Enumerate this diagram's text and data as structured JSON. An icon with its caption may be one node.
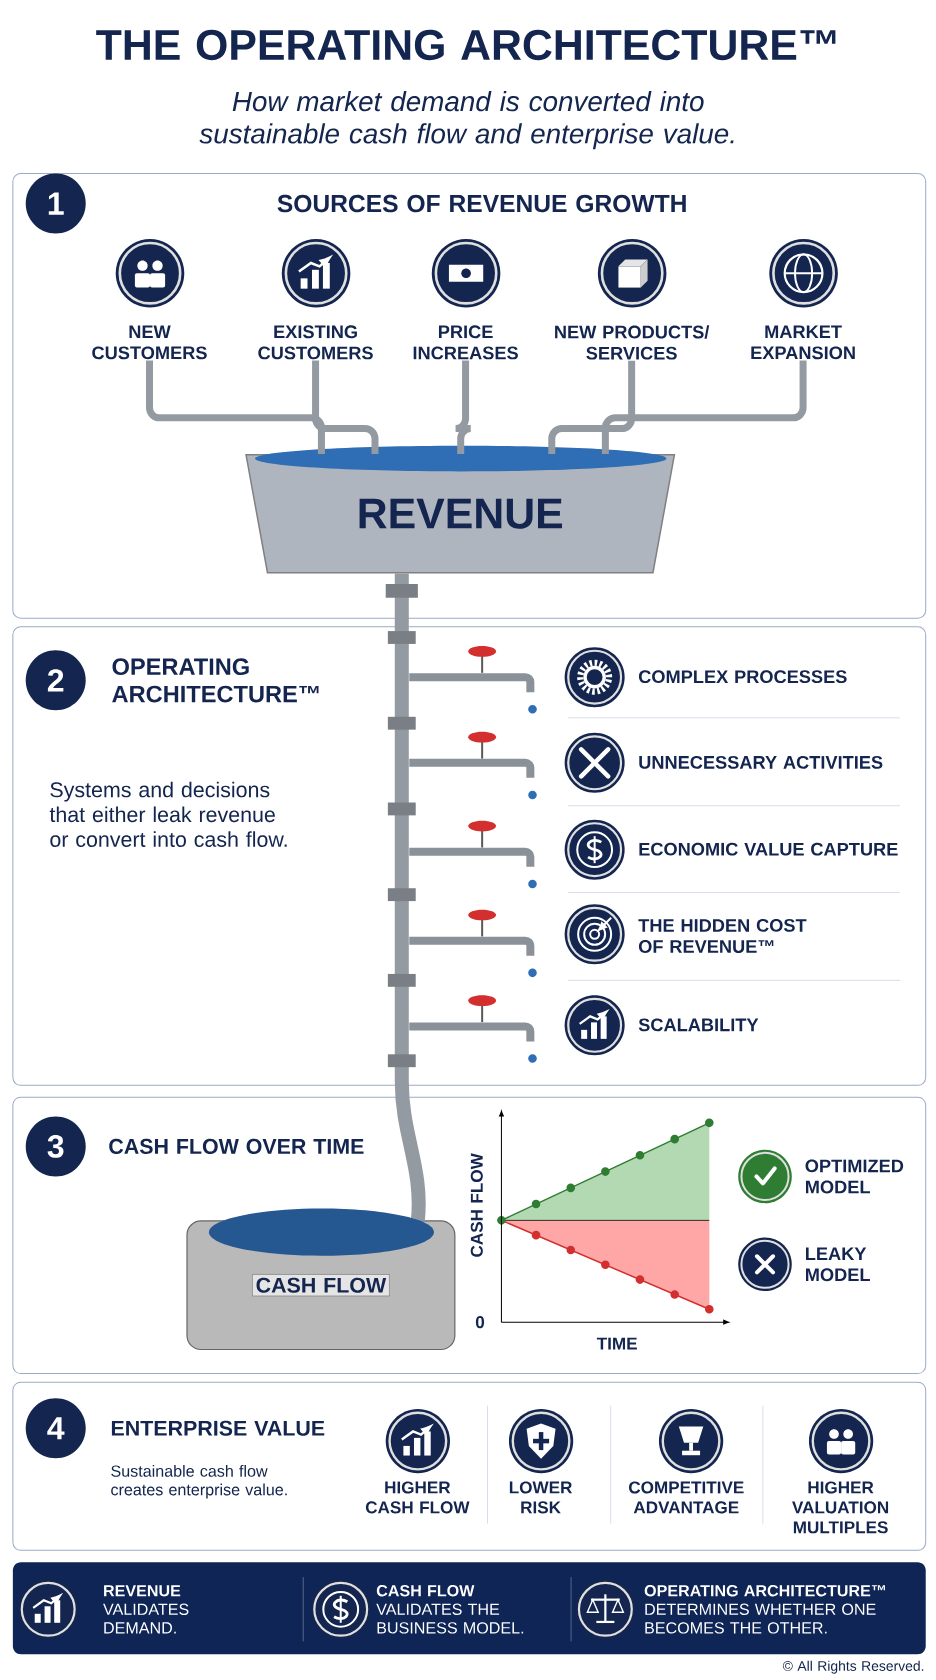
{
  "diagram": {
    "title": "THE OPERATING ARCHITECTURE™",
    "nodes": [
      {
        "text": [
          "1",
          "SOURCES OF REVENUE GROWTH"
        ]
      },
      {
        "text": [
          "NEW CUSTOMERS"
        ],
        "in": 0
      },
      {
        "text": [
          "EXISTING CUSTOMERS"
        ],
        "in": 0
      },
      {
        "text": [
          "PRICE INCREASES"
        ],
        "in": 0
      },
      {
        "text": [
          "NEW PRODUCTS/ SERVICES"
        ],
        "in": 0
      },
      {
        "text": [
          "MARKET EXPANSION"
        ],
        "in": 0
      },
      {
        "text": [
          "REVENUE"
        ],
        "in": 0
      },
      {
        "text": [
          "2",
          "OPERATING ARCHITECTURE™",
          "Systems and decisions that either leak revenue or convert into cash flow."
        ]
      },
      {
        "text": [
          "COMPLEX PROCESSES"
        ],
        "in": 7
      },
      {
        "text": [
          "UNNECESSARY ACTIVITIES"
        ],
        "in": 7
      },
      {
        "text": [
          "ECONOMIC VALUE CAPTURE"
        ],
        "in": 7
      },
      {
        "text": [
          "THE HIDDEN COST OF REVENUE™"
        ],
        "in": 7
      },
      {
        "text": [
          "SCALABILITY"
        ],
        "in": 7
      },
      {
        "text": [
          "3",
          "CASH FLOW OVER TIME"
        ]
      },
      {
        "text": [
          "CASH FLOW"
        ],
        "in": 13
      },
      {
        "text": [
          "4",
          "ENTERPRISE VALUE",
          "Sustainable cash flow creates enterprise value."
        ]
      },
      {
        "text": [
          "HIGHER CASH FLOW"
        ],
        "in": 15
      },
      {
        "text": [
          "LOWER RISK"
        ],
        "in": 15
      },
      {
        "text": [
          "COMPETITIVE ADVANTAGE"
        ],
        "in": 15
      },
      {
        "text": [
          "HIGHER VALUATION MULTIPLES"
        ],
        "in": 15
      }
    ],
    "edges": [
      {
        "from": 1,
        "to": 6,
        "arrow": "none"
      },
      {
        "from": 2,
        "to": 6,
        "arrow": "none"
      },
      {
        "from": 3,
        "to": 6,
        "arrow": "none"
      },
      {
        "from": 4,
        "to": 6,
        "arrow": "none"
      },
      {
        "from": 5,
        "to": 6,
        "arrow": "none"
      },
      {
        "from": 6,
        "to": 14,
        "arrow": "none",
        "style": "thick"
      }
    ],
    "labels": [
      "How market demand is converted into sustainable cash flow and enterprise value.",
      "CASH FLOW",
      "TIME",
      "0",
      "**REVENUE** VALIDATES DEMAND.",
      "**CASH FLOW** VALIDATES THE BUSINESS MODEL.",
      "**OPERATING ARCHITECTURE™** DETERMINES WHETHER ONE BECOMES THE OTHER.",
      "© All Rights Reserved."
    ],
    "legend": [
      {
        "text": "OPTIMIZED MODEL"
      },
      {
        "text": "LEAKY MODEL"
      }
    ]
  }
}
